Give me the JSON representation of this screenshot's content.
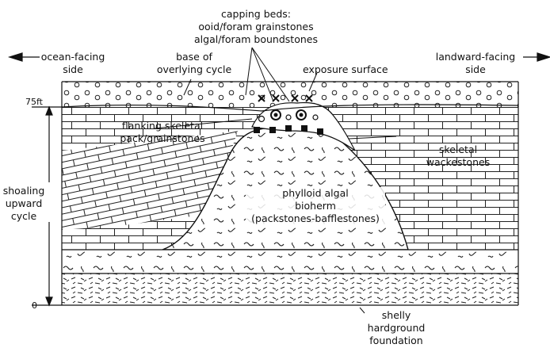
{
  "labels": {
    "capping_beds": [
      "capping beds:",
      "ooid/foram grainstones",
      "algal/foram boundstones"
    ],
    "ocean_side": [
      "ocean-facing",
      "side"
    ],
    "landward_side": [
      "landward-facing",
      "side"
    ],
    "base_cycle": [
      "base of",
      "overlying cycle"
    ],
    "exposure": "exposure surface",
    "flanking": [
      "flanking skeletal",
      "pack/grainstones"
    ],
    "skeletal_wack": [
      "skeletal",
      "wackestones"
    ],
    "shoaling": [
      "shoaling",
      "upward",
      "cycle"
    ],
    "bioherm": [
      "phylloid algal",
      "bioherm",
      "(packstones-bafflestones)"
    ],
    "shelly": [
      "shelly",
      "hardground",
      "foundation"
    ],
    "scale_top": "75ft",
    "scale_bottom": "0"
  }
}
